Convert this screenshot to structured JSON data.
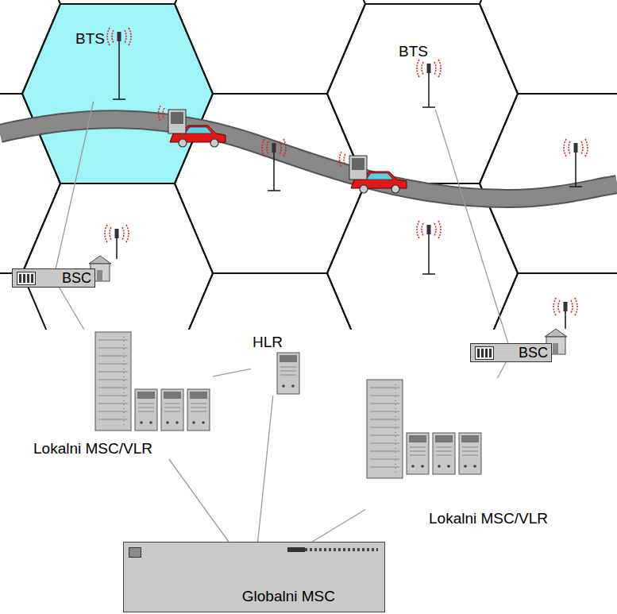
{
  "diagram": {
    "nodes": [
      {
        "text": [
          "BTS"
        ]
      },
      {
        "text": [
          "BTS"
        ]
      },
      {
        "text": [
          "BSC"
        ]
      },
      {
        "text": [
          "HLR"
        ]
      },
      {
        "text": [
          "Lokalni MSC/VLR"
        ]
      },
      {
        "text": [
          "BSC"
        ]
      },
      {
        "text": [
          "Lokalni MSC/VLR"
        ]
      },
      {
        "text": [
          "Globalni MSC"
        ]
      }
    ],
    "edges": [
      {
        "from": 0,
        "to": 2,
        "arrow": "none"
      },
      {
        "from": 1,
        "to": 5,
        "arrow": "none"
      },
      {
        "from": 2,
        "to": 4,
        "arrow": "none"
      },
      {
        "from": 4,
        "to": 3,
        "arrow": "none"
      },
      {
        "from": 4,
        "to": 7,
        "arrow": "none"
      },
      {
        "from": 3,
        "to": 7,
        "arrow": "none"
      },
      {
        "from": 5,
        "to": 6,
        "arrow": "none"
      },
      {
        "from": 6,
        "to": 7,
        "arrow": "none"
      }
    ]
  }
}
